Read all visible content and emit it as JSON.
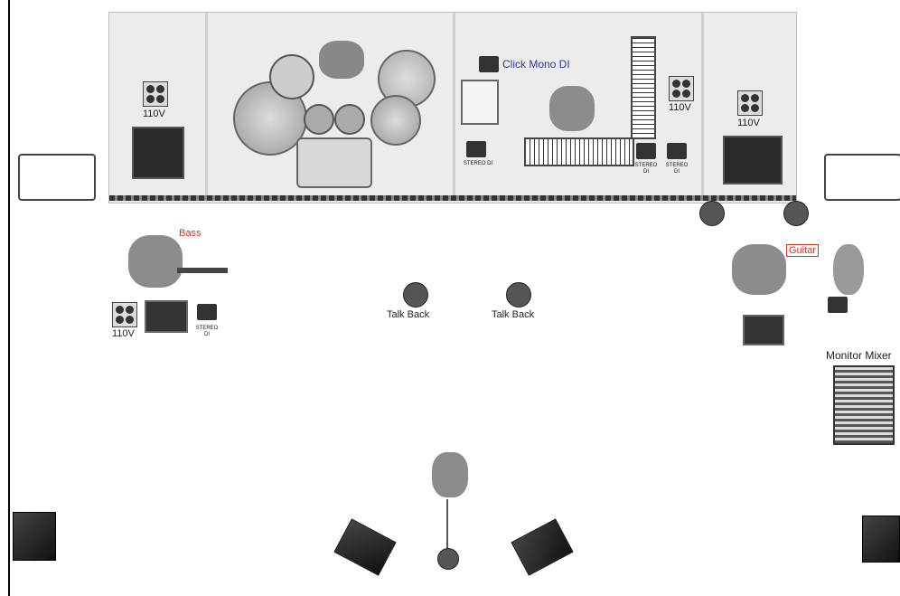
{
  "labels": {
    "click_mono_di": "Click Mono DI",
    "bass": "Bass",
    "guitar": "Guitar",
    "talk_back_left": "Talk Back",
    "talk_back_right": "Talk Back",
    "monitor_mixer": "Monitor Mixer",
    "volt_drum": "110V",
    "volt_keys": "110V",
    "volt_guitar": "110V",
    "volt_bass": "110V",
    "stereo_di_1": "STEREO DI",
    "stereo_di_2": "STEREO DI",
    "stereo_di_3": "STEREO DI",
    "stereo_di_bass": "STEREO DI"
  }
}
